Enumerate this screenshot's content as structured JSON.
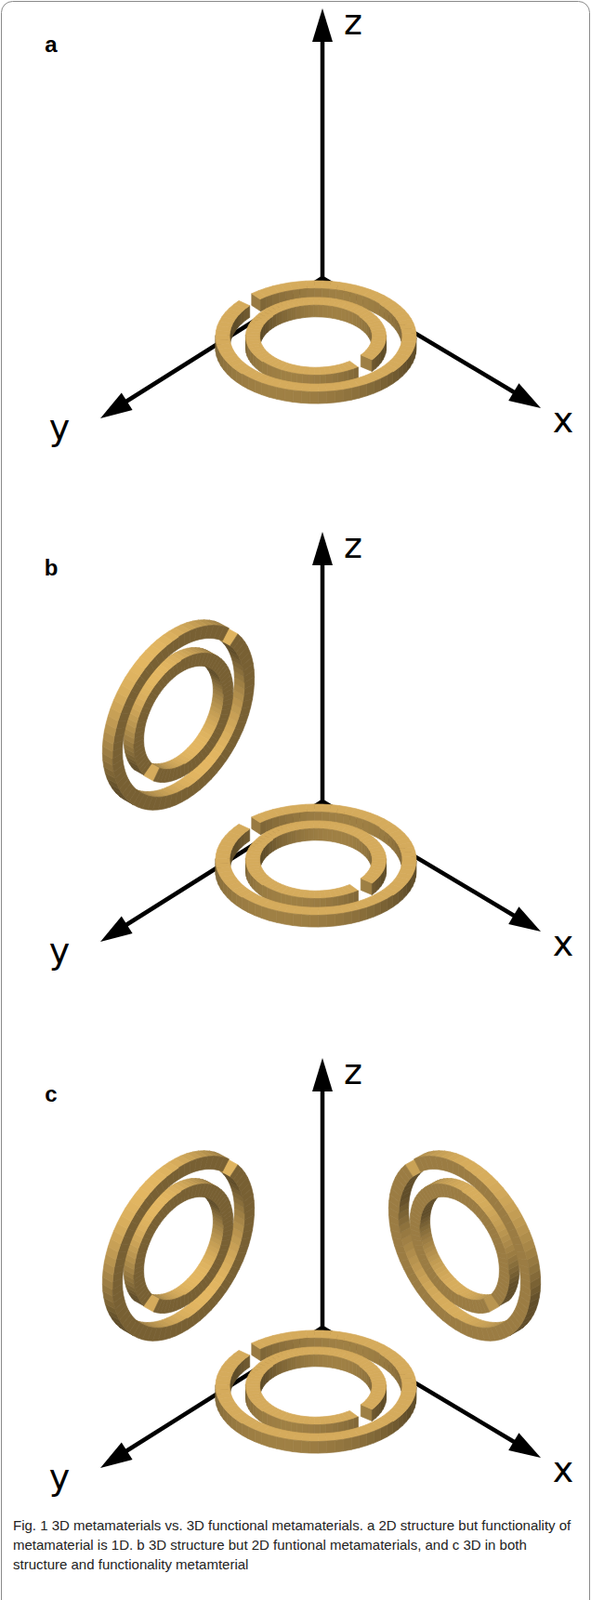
{
  "diagram": {
    "caption": "Fig. 1 3D metamaterials vs. 3D functional metamaterials. a 2D structure but functionality of metamaterial is 1D. b 3D structure but 2D funtional metamaterials, and c 3D in both structure and functionality metamterial",
    "labels": [
      "a",
      "z",
      "y",
      "x",
      "b",
      "z",
      "y",
      "x",
      "c",
      "z",
      "y",
      "x"
    ]
  }
}
